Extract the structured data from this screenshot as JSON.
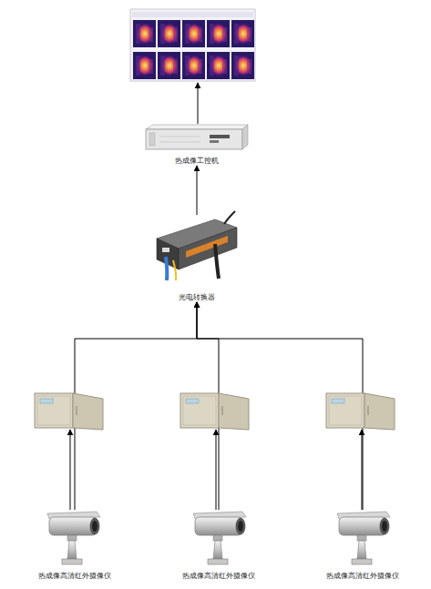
{
  "diagram": {
    "nodes": [
      {
        "text": [
          "热成像工控机"
        ]
      },
      {
        "text": [
          "光电转换器"
        ]
      },
      {
        "text": [
          "热成像高清红外摄像仪"
        ]
      },
      {
        "text": [
          "热成像高清红外摄像仪"
        ]
      },
      {
        "text": [
          "热成像高清红外摄像仪"
        ]
      }
    ],
    "edges": [
      {
        "from": 1,
        "to": 0,
        "arrow": "to"
      },
      {
        "from": 2,
        "to": 1,
        "arrow": "to"
      },
      {
        "from": 3,
        "to": 1,
        "arrow": "to"
      },
      {
        "from": 4,
        "to": 1,
        "arrow": "to"
      }
    ]
  }
}
